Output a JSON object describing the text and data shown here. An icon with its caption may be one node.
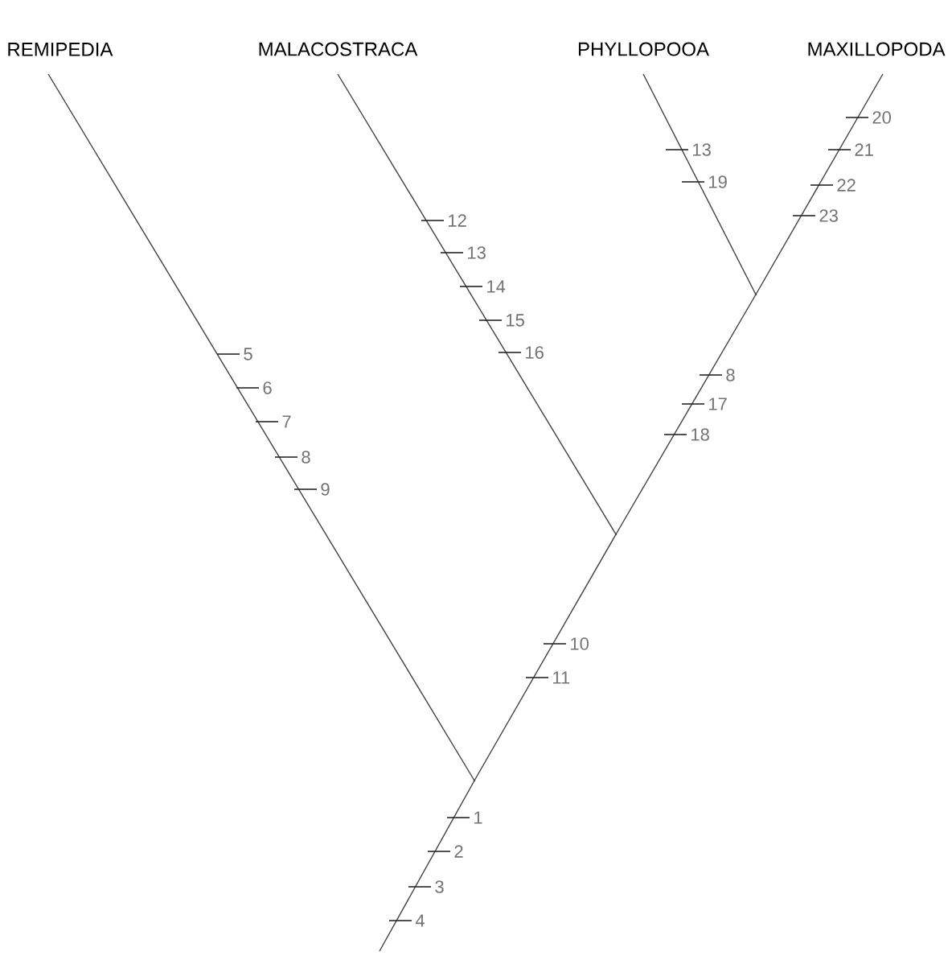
{
  "diagram": {
    "nodes": [
      {
        "text": [
          "REMIPEDIA"
        ]
      },
      {
        "text": [
          "MALACOSTRACA"
        ]
      },
      {
        "text": [
          "PHYLLOPOOA"
        ]
      },
      {
        "text": [
          "MAXILLOPODA"
        ]
      },
      {
        "text": [],
        "shape": "point"
      },
      {
        "text": [],
        "shape": "point"
      },
      {
        "text": [],
        "shape": "point"
      }
    ],
    "edges": [
      {
        "from": null,
        "to": 4,
        "arrow": "none"
      },
      {
        "from": 4,
        "to": 0,
        "arrow": "none"
      },
      {
        "from": 4,
        "to": 5,
        "arrow": "none"
      },
      {
        "from": 5,
        "to": 1,
        "arrow": "none"
      },
      {
        "from": 5,
        "to": 6,
        "arrow": "none"
      },
      {
        "from": 6,
        "to": 2,
        "arrow": "none"
      },
      {
        "from": 6,
        "to": 3,
        "arrow": "none"
      }
    ],
    "labels": [
      "20",
      "13",
      "21",
      "19",
      "22",
      "23",
      "12",
      "13",
      "14",
      "15",
      "16",
      "5",
      "8",
      "6",
      "17",
      "7",
      "18",
      "8",
      "9",
      "10",
      "11",
      "1",
      "2",
      "3",
      "4"
    ]
  }
}
